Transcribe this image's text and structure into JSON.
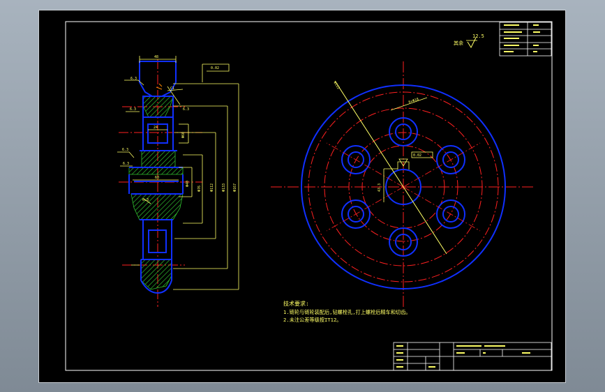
{
  "roughness": {
    "value": "12.5",
    "label": "其余"
  },
  "notes": {
    "heading": "技术要求:",
    "line1": "1.链轮与链轮装配后,钻螺栓孔,打上螺栓后精车和切齿。",
    "line2": "2.未注公差等级按IT12。"
  },
  "colors": {
    "outline": "#1030ff",
    "center": "#ff2020",
    "dimension": "#ffff66",
    "hatch": "#30c030",
    "border": "#ffffff"
  }
}
